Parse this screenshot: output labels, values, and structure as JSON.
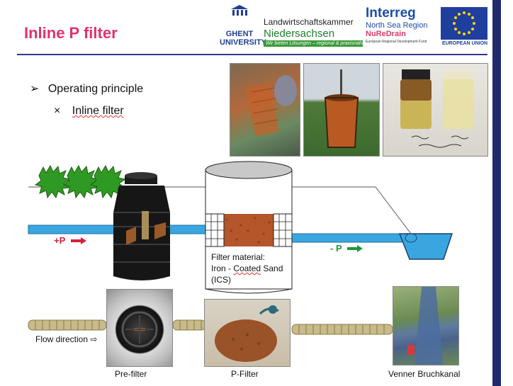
{
  "slide": {
    "title": "Inline P filter",
    "bullet_main": "Operating principle",
    "bullet_sub": "Inline filter",
    "bullet_marker": "➢",
    "sub_marker": "×"
  },
  "logos": {
    "ghent_line1": "GHENT",
    "ghent_line2": "UNIVERSITY",
    "lwk_line1": "Landwirtschaftskammer",
    "lwk_line2": "Niedersachsen",
    "lwk_tag": "Wir bieten Lösungen – regional & praxisnah!",
    "interreg": "Interreg",
    "interreg_region": "North Sea Region",
    "interreg_project": "NuReDrain",
    "interreg_fund": "European Regional Development Fund",
    "eu_label": "EUROPEAN UNION"
  },
  "diagram": {
    "plus_p": "+P",
    "minus_p": "- P",
    "filter_line1": "Filter material:",
    "filter_line2a": "Iron - ",
    "filter_line2b": "Coated",
    "filter_line2c": " Sand",
    "filter_line3": "(ICS)",
    "flow_direction": "Flow direction",
    "flow_icon": "⇨"
  },
  "captions": {
    "pre_filter": "Pre-filter",
    "p_filter": "P-Filter",
    "canal": "Venner Bruchkanal"
  },
  "colors": {
    "title": "#e0336b",
    "pipe": "#3aa6e0",
    "plus_arrow": "#d8203a",
    "minus_arrow": "#1b9a3a",
    "sand": "#b4552a",
    "bush": "#2f9a23",
    "navy": "#1f2b6e"
  }
}
